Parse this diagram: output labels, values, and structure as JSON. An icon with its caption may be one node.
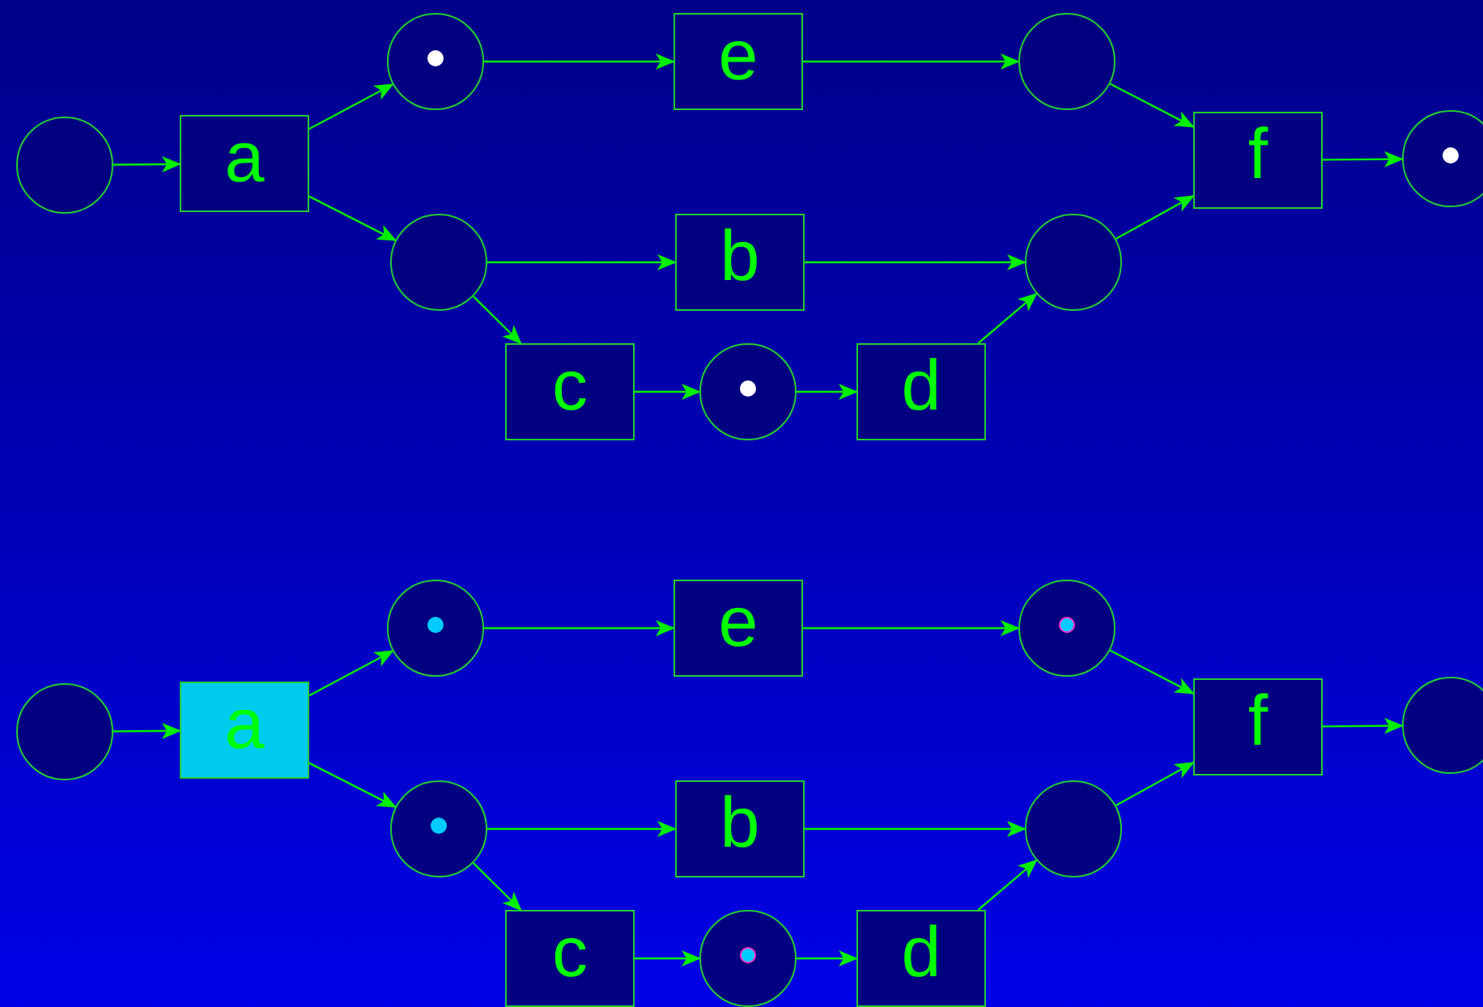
{
  "diagram": {
    "nodes": [
      {
        "text": [],
        "shape": "circle"
      },
      {
        "text": [
          "a"
        ]
      },
      {
        "text": [],
        "shape": "circle"
      },
      {
        "text": [
          "e"
        ]
      },
      {
        "text": [],
        "shape": "circle"
      },
      {
        "text": [
          "f"
        ]
      },
      {
        "text": [],
        "shape": "circle"
      },
      {
        "text": [],
        "shape": "circle"
      },
      {
        "text": [
          "b"
        ]
      },
      {
        "text": [],
        "shape": "circle"
      },
      {
        "text": [
          "c"
        ]
      },
      {
        "text": [],
        "shape": "circle"
      },
      {
        "text": [
          "d"
        ]
      },
      {
        "text": [],
        "shape": "circle"
      },
      {
        "text": [
          "a"
        ]
      },
      {
        "text": [],
        "shape": "circle"
      },
      {
        "text": [
          "e"
        ]
      },
      {
        "text": [],
        "shape": "circle"
      },
      {
        "text": [
          "f"
        ]
      },
      {
        "text": [],
        "shape": "circle"
      },
      {
        "text": [],
        "shape": "circle"
      },
      {
        "text": [
          "b"
        ]
      },
      {
        "text": [],
        "shape": "circle"
      },
      {
        "text": [
          "c"
        ]
      },
      {
        "text": [],
        "shape": "circle"
      },
      {
        "text": [
          "d"
        ]
      }
    ],
    "edges": [
      {
        "from": 0,
        "to": 1,
        "arrow": "to"
      },
      {
        "from": 1,
        "to": 2,
        "arrow": "to"
      },
      {
        "from": 1,
        "to": 7,
        "arrow": "to"
      },
      {
        "from": 2,
        "to": 3,
        "arrow": "to"
      },
      {
        "from": 3,
        "to": 4,
        "arrow": "to"
      },
      {
        "from": 4,
        "to": 5,
        "arrow": "to"
      },
      {
        "from": 5,
        "to": 6,
        "arrow": "to"
      },
      {
        "from": 7,
        "to": 8,
        "arrow": "to"
      },
      {
        "from": 8,
        "to": 9,
        "arrow": "to"
      },
      {
        "from": 7,
        "to": 10,
        "arrow": "to"
      },
      {
        "from": 10,
        "to": 11,
        "arrow": "to"
      },
      {
        "from": 11,
        "to": 12,
        "arrow": "to"
      },
      {
        "from": 12,
        "to": 9,
        "arrow": "to"
      },
      {
        "from": 9,
        "to": 5,
        "arrow": "to"
      },
      {
        "from": 13,
        "to": 14,
        "arrow": "to"
      },
      {
        "from": 14,
        "to": 15,
        "arrow": "to"
      },
      {
        "from": 14,
        "to": 20,
        "arrow": "to"
      },
      {
        "from": 15,
        "to": 16,
        "arrow": "to"
      },
      {
        "from": 16,
        "to": 17,
        "arrow": "to"
      },
      {
        "from": 17,
        "to": 18,
        "arrow": "to"
      },
      {
        "from": 18,
        "to": 19,
        "arrow": "to"
      },
      {
        "from": 20,
        "to": 21,
        "arrow": "to"
      },
      {
        "from": 21,
        "to": 22,
        "arrow": "to"
      },
      {
        "from": 20,
        "to": 23,
        "arrow": "to"
      },
      {
        "from": 23,
        "to": 24,
        "arrow": "to"
      },
      {
        "from": 24,
        "to": 25,
        "arrow": "to"
      },
      {
        "from": 25,
        "to": 22,
        "arrow": "to"
      },
      {
        "from": 22,
        "to": 18,
        "arrow": "to"
      }
    ]
  }
}
